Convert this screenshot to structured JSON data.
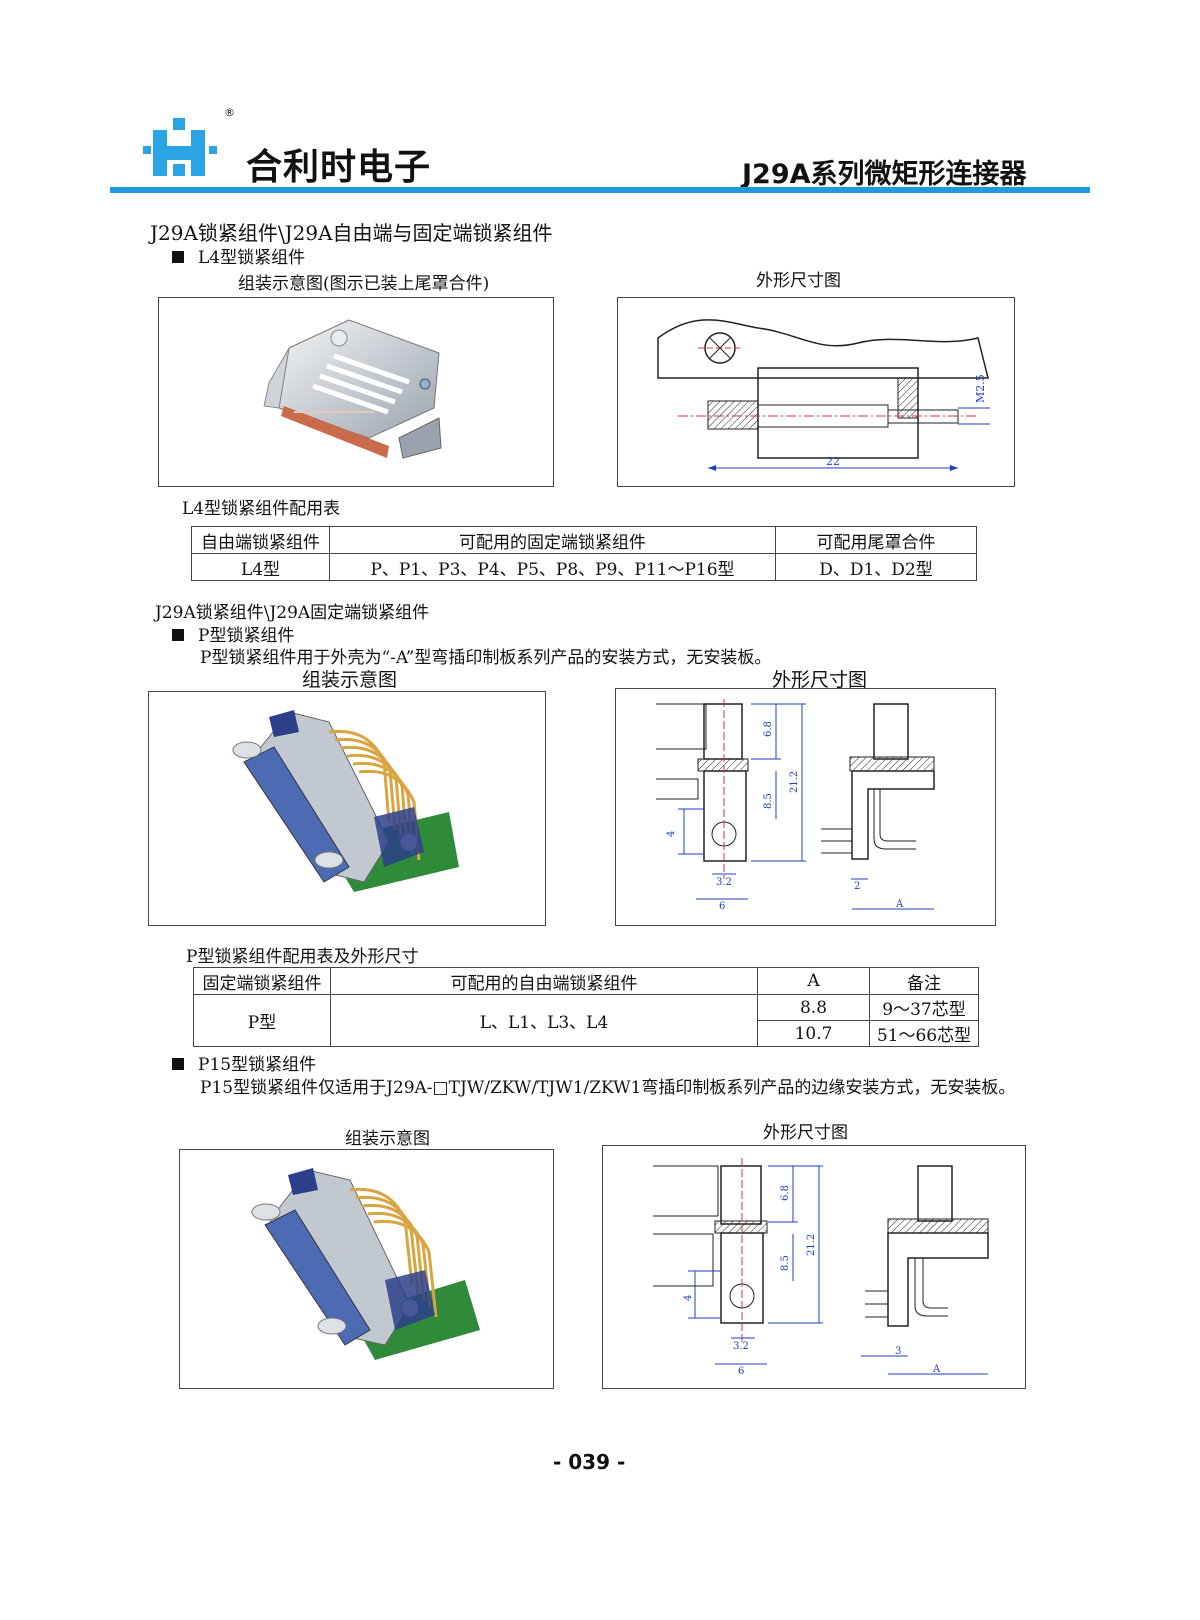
{
  "header": {
    "brand_name": "合利时电子",
    "registered_mark": "®",
    "series_title": "J29A系列微矩形连接器"
  },
  "section1": {
    "heading": "J29A锁紧组件\\J29A自由端与固定端锁紧组件",
    "item_title": "L4型锁紧组件",
    "assembly_caption": "组装示意图(图示已装上尾罩合件)",
    "dimension_caption": "外形尺寸图",
    "dim_labels": {
      "m25": "M2.5",
      "len22": "22"
    },
    "table_caption": "L4型锁紧组件配用表",
    "table": {
      "headers": [
        "自由端锁紧组件",
        "可配用的固定端锁紧组件",
        "可配用尾罩合件"
      ],
      "row": [
        "L4型",
        "P、P1、P3、P4、P5、P8、P9、P11～P16型",
        "D、D1、D2型"
      ]
    }
  },
  "section2": {
    "heading": "J29A锁紧组件\\J29A固定端锁紧组件",
    "item_title": "P型锁紧组件",
    "item_desc": "P型锁紧组件用于外壳为“-A”型弯插印制板系列产品的安装方式，无安装板。",
    "assembly_caption": "组装示意图",
    "dimension_caption": "外形尺寸图",
    "dim_labels": {
      "d68": "6.8",
      "d85": "8.5",
      "d212": "21.2",
      "d4": "4",
      "d32": "3.2",
      "d6": "6",
      "d2": "2",
      "dA": "A"
    },
    "table_caption": "P型锁紧组件配用表及外形尺寸",
    "table": {
      "headers": [
        "固定端锁紧组件",
        "可配用的自由端锁紧组件",
        "A",
        "备注"
      ],
      "row_label": "P型",
      "row_free": "L、L1、L3、L4",
      "a_values": [
        "8.8",
        "10.7"
      ],
      "notes": [
        "9～37芯型",
        "51～66芯型"
      ]
    }
  },
  "section3": {
    "item_title": "P15型锁紧组件",
    "item_desc": "P15型锁紧组件仅适用于J29A-□TJW/ZKW/TJW1/ZKW1弯插印制板系列产品的边缘安装方式，无安装板。",
    "assembly_caption": "组装示意图",
    "dimension_caption": "外形尺寸图",
    "dim_labels": {
      "d68": "6.8",
      "d85": "8.5",
      "d212": "21.2",
      "d4": "4",
      "d32": "3.2",
      "d6": "6",
      "d3": "3",
      "dA": "A"
    }
  },
  "footer": {
    "page_number": "- 039 -"
  },
  "colors": {
    "accent_blue": "#1e9ae0",
    "logo_blue": "#2aa4e4",
    "board_green": "#2f8a3a",
    "pin_gold": "#d9a541",
    "dim_blue": "#1f3fbf",
    "center_red": "#d33"
  }
}
